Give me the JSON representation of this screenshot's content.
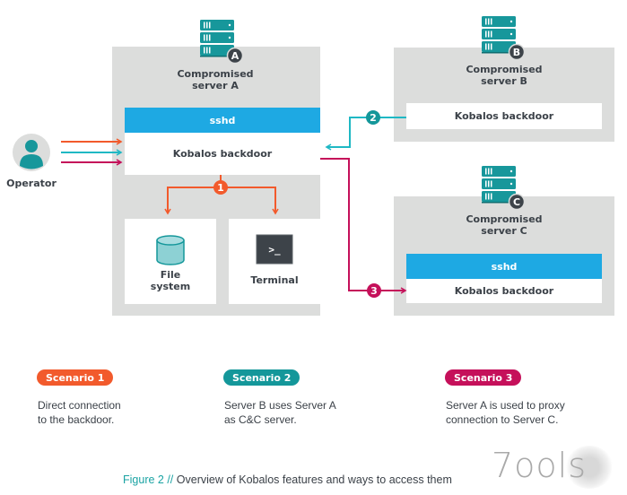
{
  "colors": {
    "scenario1": "#f25a2c",
    "scenario2": "#14979a",
    "scenario3": "#c5105a",
    "sshd": "#1ea9e3",
    "panel": "#dcdddc",
    "server_icon": "#17979b",
    "terminal_bg": "#3d4349"
  },
  "operator": {
    "label": "Operator"
  },
  "server_a": {
    "badge": "A",
    "title_line1": "Compromised",
    "title_line2": "server A",
    "sshd": "sshd",
    "backdoor": "Kobalos backdoor",
    "file_system_line1": "File",
    "file_system_line2": "system",
    "terminal": "Terminal",
    "terminal_prompt": ">_"
  },
  "server_b": {
    "badge": "B",
    "title_line1": "Compromised",
    "title_line2": "server B",
    "backdoor": "Kobalos backdoor"
  },
  "server_c": {
    "badge": "C",
    "title_line1": "Compromised",
    "title_line2": "server C",
    "sshd": "sshd",
    "backdoor": "Kobalos backdoor"
  },
  "markers": {
    "one": "1",
    "two": "2",
    "three": "3"
  },
  "scenarios": [
    {
      "label": "Scenario 1",
      "line1": "Direct connection",
      "line2": "to the backdoor."
    },
    {
      "label": "Scenario 2",
      "line1": "Server B uses Server A",
      "line2": "as C&C server."
    },
    {
      "label": "Scenario 3",
      "line1": "Server A is used to proxy",
      "line2": "connection to Server C."
    }
  ],
  "caption": {
    "figure": "Figure 2 //",
    "text": "Overview of Kobalos features and ways to access them"
  },
  "watermark": "7ools"
}
